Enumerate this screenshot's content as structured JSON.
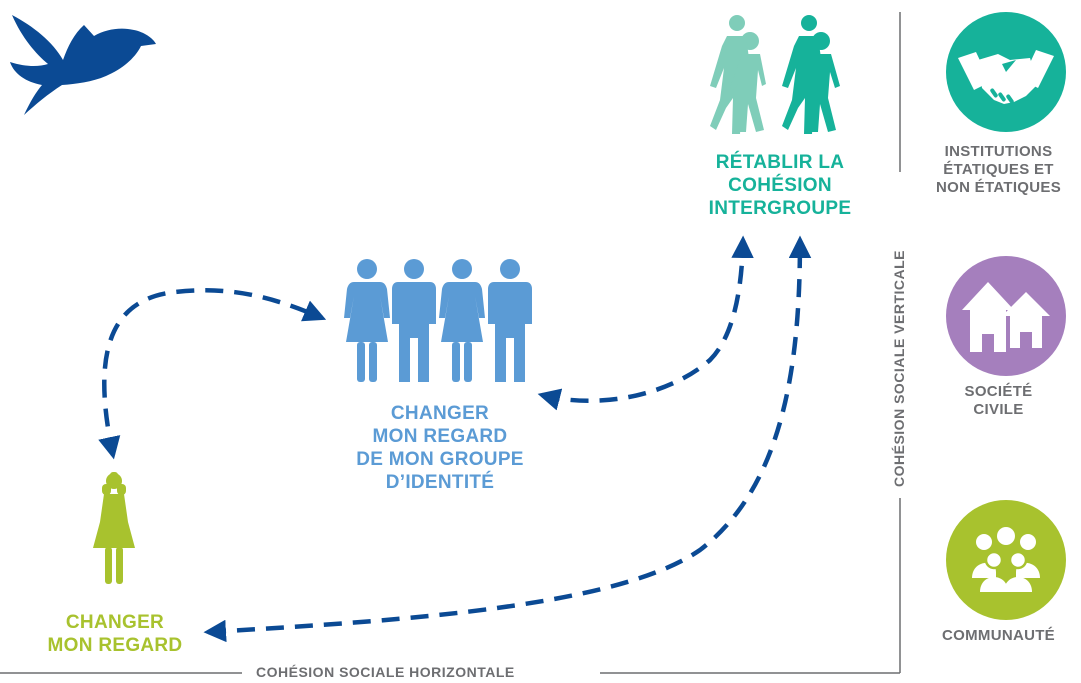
{
  "colors": {
    "navy": "#0b4a94",
    "blue": "#5b9bd5",
    "teal": "#16b29a",
    "teal_light": "#7fcdb9",
    "green": "#a8c22e",
    "purple": "#a57fbd",
    "gray": "#6d6e71"
  },
  "icons": {
    "logo": "dove-icon",
    "individual": "woman-covering-eyes-icon",
    "group": "four-people-icon",
    "intergroup": "two-walking-groups-icon",
    "institutions": "handshake-icon",
    "civil_society": "houses-icon",
    "community": "group-of-people-icon"
  },
  "nodes": {
    "individual": {
      "lines": [
        "CHANGER",
        "MON REGARD"
      ]
    },
    "group": {
      "lines": [
        "CHANGER",
        "MON REGARD",
        "DE MON GROUPE",
        "D’IDENTITÉ"
      ]
    },
    "intergroup": {
      "lines": [
        "RÉTABLIR LA",
        "COHÉSION",
        "INTERGROUPE"
      ]
    }
  },
  "levels": [
    {
      "lines": [
        "INSTITUTIONS",
        "ÉTATIQUES ET",
        "NON ÉTATIQUES"
      ]
    },
    {
      "lines": [
        "SOCIÉTÉ",
        "CIVILE"
      ]
    },
    {
      "lines": [
        "COMMUNAUTÉ"
      ]
    }
  ],
  "axes": {
    "horizontal": "COHÉSION SOCIALE HORIZONTALE",
    "vertical": "COHÉSION SOCIALE VERTICALE"
  }
}
